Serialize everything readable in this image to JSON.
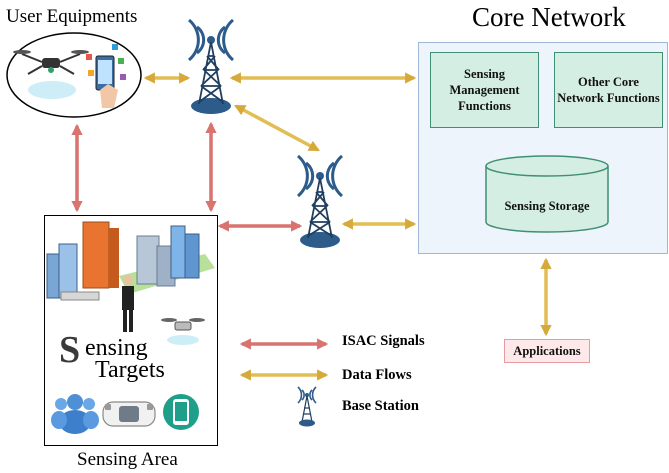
{
  "titles": {
    "user_equipments": "User Equipments",
    "core_network": "Core Network",
    "sensing_area": "Sensing Area"
  },
  "core": {
    "sensing_management": "Sensing Management Functions",
    "other_core": "Other Core Network Functions",
    "sensing_storage": "Sensing Storage"
  },
  "sensing_targets": {
    "word1_initial": "S",
    "word1_rest": "ensing",
    "word2_rest": "Targets"
  },
  "applications": "Applications",
  "legend": {
    "isac": "ISAC Signals",
    "data": "Data Flows",
    "bs": "Base Station"
  },
  "colors": {
    "isac_arrow": "#d9736f",
    "data_arrow": "#e2bd53",
    "tower": "#2d5b8a",
    "func_fill": "#d5eee3",
    "func_border": "#3f8f72",
    "core_fill": "#eef4fb"
  }
}
